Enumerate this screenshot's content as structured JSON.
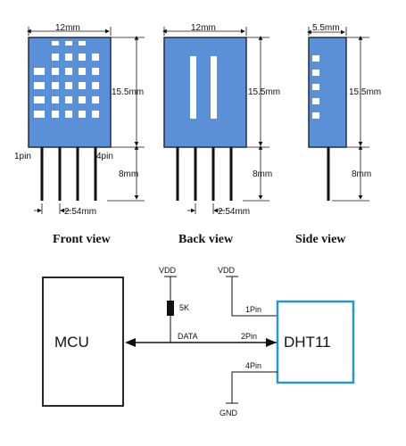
{
  "views": {
    "front": {
      "width_label": "12mm",
      "height_label": "15.5mm",
      "pin_len_label": "8mm",
      "pitch_label": "2.54mm",
      "pin1_label": "1pin",
      "pin4_label": "4pin",
      "caption": "Front view"
    },
    "back": {
      "width_label": "12mm",
      "height_label": "15.5mm",
      "pin_len_label": "8mm",
      "pitch_label": "2.54mm",
      "caption": "Back view"
    },
    "side": {
      "width_label": "5.5mm",
      "height_label": "15.5mm",
      "pin_len_label": "8mm",
      "caption": "Side view"
    }
  },
  "schematic": {
    "mcu_label": "MCU",
    "sensor_label": "DHT11",
    "vdd_left": "VDD",
    "vdd_right": "VDD",
    "resistor_label": "5K",
    "data_label": "DATA",
    "pin1_label": "1Pin",
    "pin2_label": "2Pin",
    "pin4_label": "4Pin",
    "gnd_label": "GND"
  },
  "colors": {
    "sensor_body": "#5b8fd6",
    "sensor_border": "#1d2f4f",
    "dht_box": "#2e95c4",
    "line": "#111111"
  }
}
